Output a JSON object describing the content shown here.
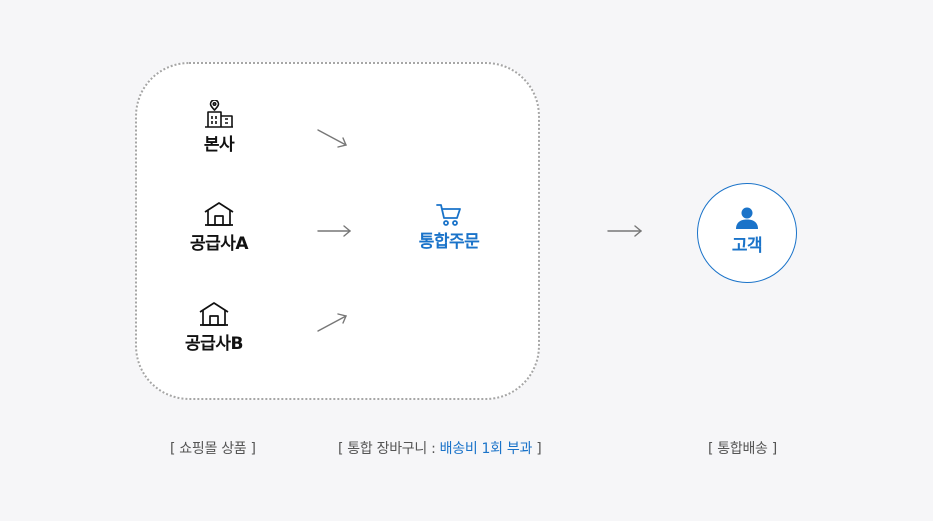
{
  "sources": [
    {
      "label": "본사",
      "icon": "hq-building-location-icon"
    },
    {
      "label": "공급사A",
      "icon": "warehouse-icon"
    },
    {
      "label": "공급사B",
      "icon": "warehouse-icon"
    }
  ],
  "hub": {
    "label": "통합주문",
    "icon": "cart-icon"
  },
  "customer": {
    "label": "고객",
    "icon": "user-icon"
  },
  "captions": {
    "shop": "[ 쇼핑몰 상품 ]",
    "cart_prefix": "[ 통합 장바구니 : ",
    "cart_highlight": "배송비 1회 부과",
    "cart_suffix": " ]",
    "delivery": "[ 통합배송 ]"
  },
  "colors": {
    "accent": "#1a73c9",
    "text": "#111111",
    "arrow": "#777777",
    "background": "#f6f6f8"
  }
}
